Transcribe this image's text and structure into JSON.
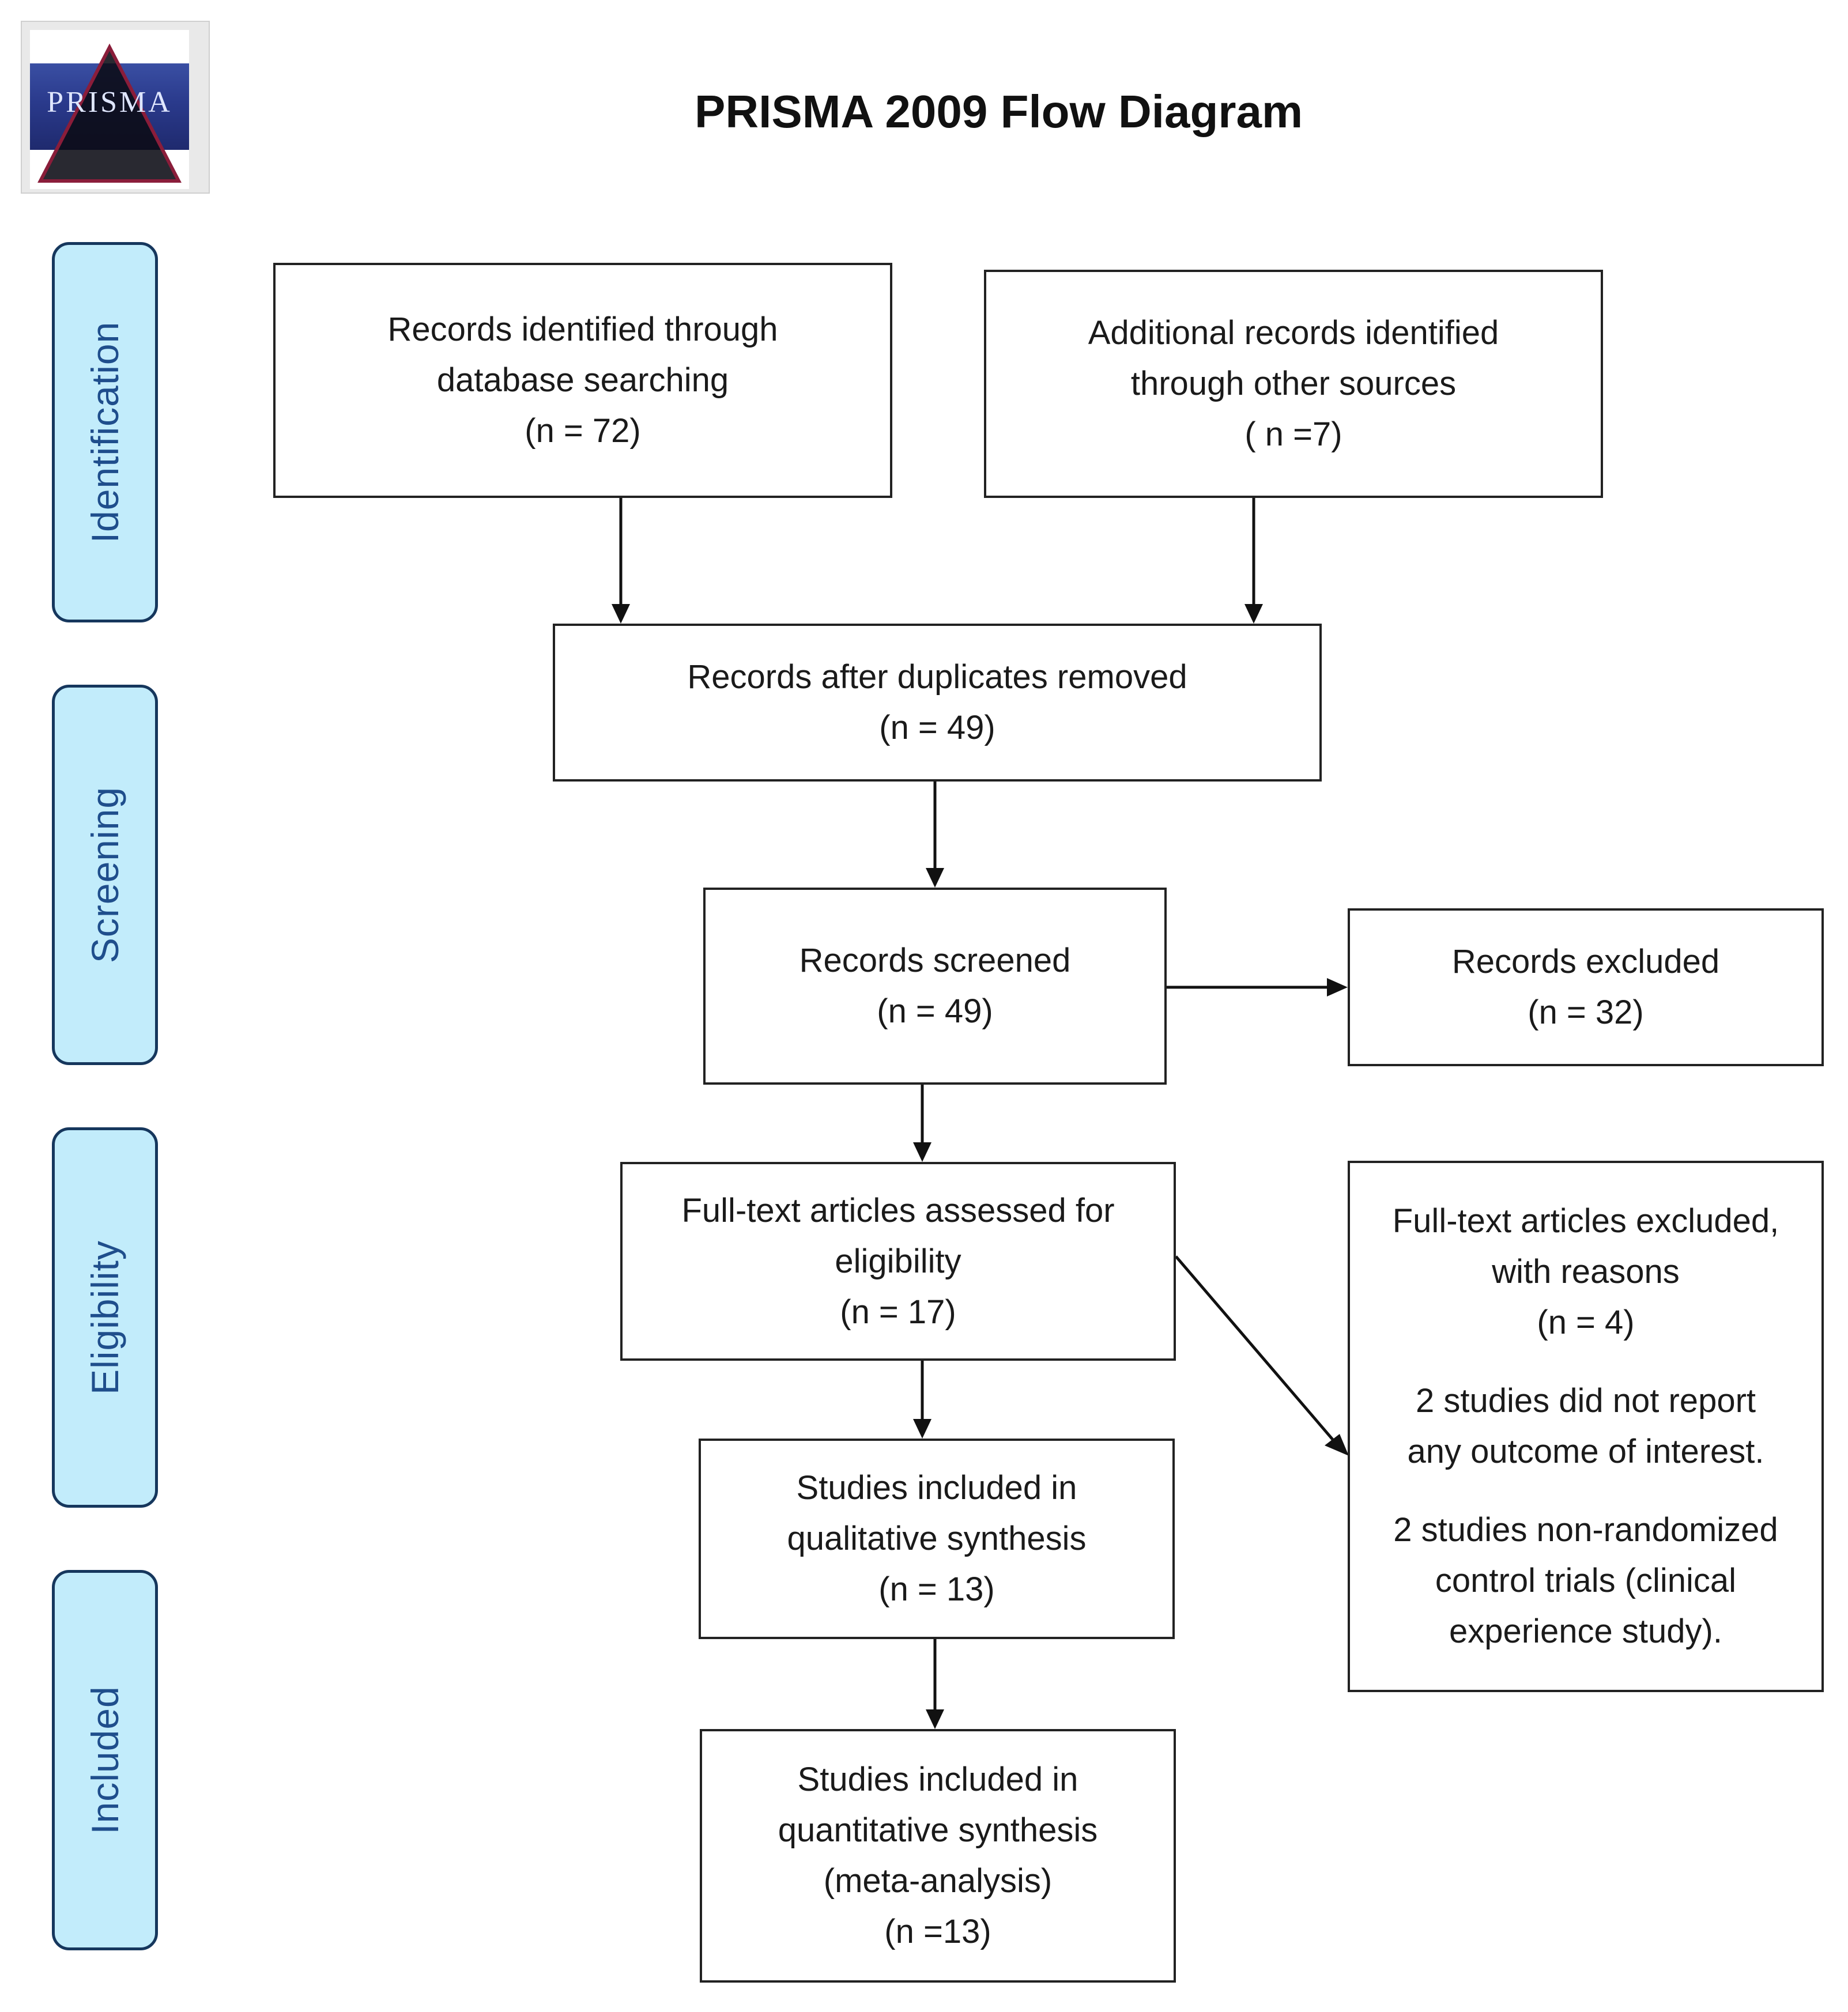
{
  "title": "PRISMA 2009 Flow Diagram",
  "logo": {
    "text": "PRISMA"
  },
  "stages": {
    "identification": "Identification",
    "screening": "Screening",
    "eligibility": "Eligibility",
    "included": "Included"
  },
  "boxes": {
    "database": {
      "line1": "Records identified through",
      "line2": "database searching",
      "line3": "(n = 72)"
    },
    "other": {
      "line1": "Additional records identified",
      "line2": "through other sources",
      "line3": "( n =7)"
    },
    "duplicates": {
      "line1": "Records after duplicates removed",
      "line2": "(n = 49)"
    },
    "screened": {
      "line1": "Records screened",
      "line2": "(n = 49)"
    },
    "excluded": {
      "line1": "Records excluded",
      "line2": "(n = 32)"
    },
    "fulltext": {
      "line1": "Full-text articles assessed for",
      "line2": "eligibility",
      "line3": "(n = 17)"
    },
    "fulltext_excluded": {
      "line1": "Full-text articles excluded,",
      "line2": "with reasons",
      "line3": "(n = 4)",
      "reason1_line1": "2 studies did not report",
      "reason1_line2": "any outcome of interest.",
      "reason2_line1": "2 studies non-randomized",
      "reason2_line2": "control trials (clinical",
      "reason2_line3": "experience study)."
    },
    "qualitative": {
      "line1": "Studies included in",
      "line2": "qualitative synthesis",
      "line3": "(n = 13)"
    },
    "quantitative": {
      "line1": "Studies included in",
      "line2": "quantitative synthesis",
      "line3": "(meta-analysis)",
      "line4": "(n =13)"
    }
  }
}
